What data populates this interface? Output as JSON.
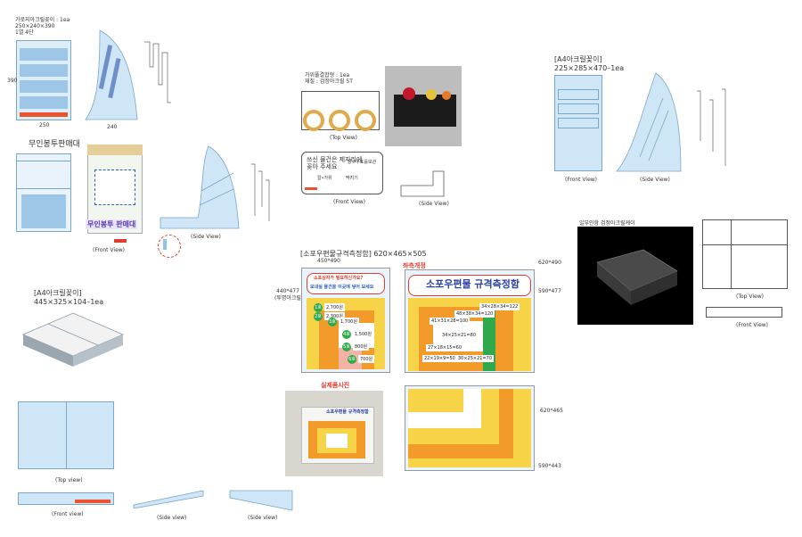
{
  "top_left": {
    "title": "가로지아크릴꽂이 : 1ea",
    "size": "250×240×390",
    "sub": "1열 4단",
    "dims": [
      "250",
      "390",
      "240"
    ],
    "views": []
  },
  "mail_box": {
    "title": "무인봉투판매대",
    "sign": "무인봉투 판매대",
    "view_front": "(Front View)",
    "view_side": "(Side View)"
  },
  "tray_top": {
    "title": "가위풀결합형 : 1ea",
    "sub": "재질 : 검정아크릴 5T",
    "view": "(Top View)"
  },
  "notice": {
    "text1": "쓰신 물건은 제자리에",
    "text2": "꽂아 주세요",
    "right": "방구우표를보관",
    "c1": "칼•가위",
    "c2": "딱지기",
    "view_front": "(Front View)",
    "view_side": "(Side View)"
  },
  "a4_holder": {
    "title": "[A4아크릴꽂이]",
    "size": "225×285×470–1ea",
    "view_front": "(Front View)",
    "view_side": "(Side View)"
  },
  "black_case": {
    "title": "일부인함 검정아크릴케이",
    "view_top": "(Top View)",
    "view_front": "(Front View)"
  },
  "a4_tray": {
    "title": "[A4아크릴꽂이]",
    "size": "445×325×104–1ea",
    "view_top": "(Top view)",
    "view_front": "(Front view)",
    "view_side1": "(Side view)",
    "view_side2": "(Side view)"
  },
  "parcel_gauge": {
    "title": "[소포우편물규격측정함] 620×465×505",
    "left_top": "450*490",
    "left_side": "440*477",
    "left_side2": "(투명아크릴)",
    "sign_q": "소포상자가 필요하신가요?",
    "sign_a": "보내실 물건을 이곳에 넣어 보세요",
    "prices": [
      "2,700원",
      "2,300원",
      "1,700원",
      "1,500원",
      "800원",
      "700원"
    ],
    "steps": [
      "1호",
      "2호",
      "3호",
      "4호",
      "5호",
      "6호"
    ],
    "draft_label": "좌측개정",
    "right_title": "소포우편물 규격측정함",
    "right_top": "620*490",
    "right_side": "590*477",
    "sizes": [
      "34×28×34=122",
      "48×38×34=120",
      "41×31×28=100",
      "34×25×21=80",
      "27×18×15=60",
      "22×19×9=50",
      "30×25×21=70"
    ],
    "photo_label": "실제품사진",
    "photo_sign": "소포우편물 규격측정함",
    "bottom_right1": "620*465",
    "bottom_right2": "590*443"
  }
}
